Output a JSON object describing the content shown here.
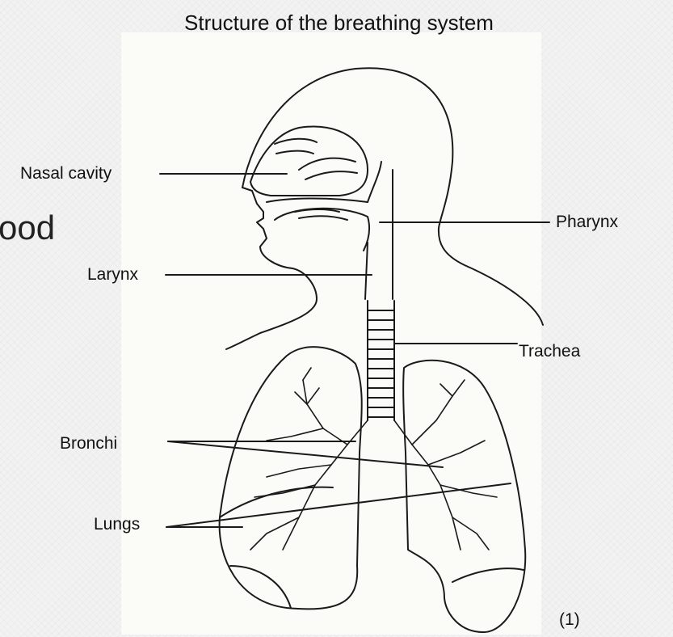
{
  "title": "Structure of the breathing system",
  "bleed_text": "ood",
  "figure_number": "(1)",
  "labels": {
    "nasal_cavity": "Nasal cavity",
    "pharynx": "Pharynx",
    "larynx": "Larynx",
    "trachea": "Trachea",
    "bronchi": "Bronchi",
    "lungs": "Lungs"
  }
}
